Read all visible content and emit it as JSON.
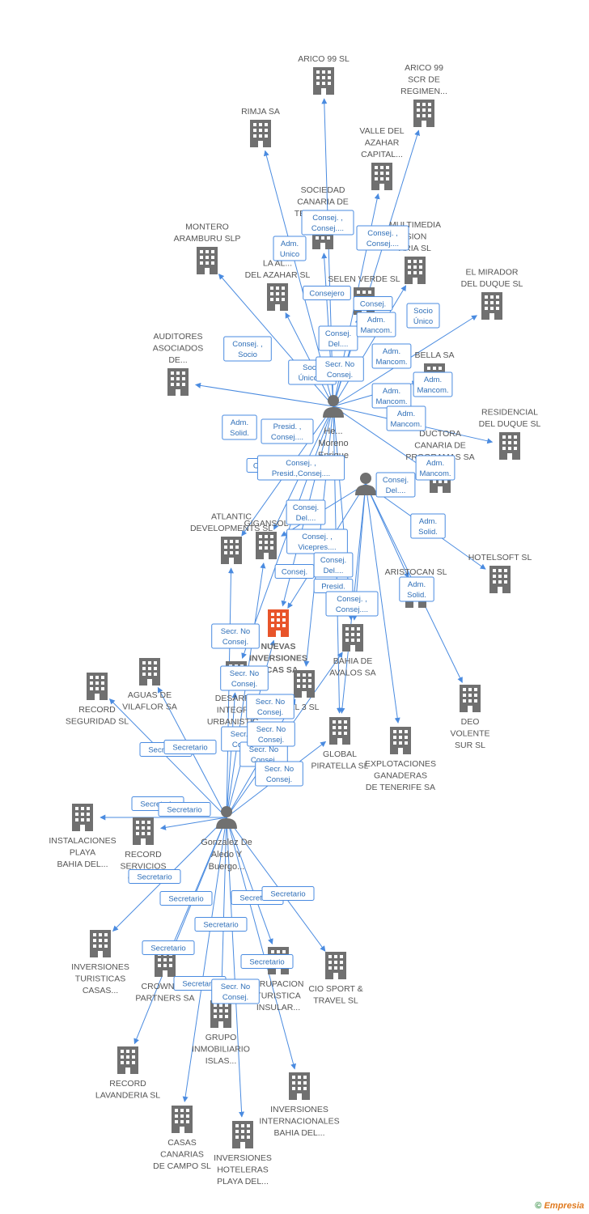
{
  "colors": {
    "edge": "#4a8be0",
    "building": "#707070",
    "highlight": "#e8542a",
    "label": "#2f6fb8"
  },
  "footer": {
    "copyright": "©",
    "brand": "Empresia"
  },
  "companies": [
    {
      "id": "arico99sl",
      "lines": [
        "ARICO 99 SL"
      ]
    },
    {
      "id": "arico99scr",
      "lines": [
        "ARICO 99",
        "SCR DE",
        "REGIMEN..."
      ]
    },
    {
      "id": "rimja",
      "lines": [
        "RIMJA SA"
      ]
    },
    {
      "id": "valle",
      "lines": [
        "VALLE DEL",
        "AZAHAR",
        "CAPITAL..."
      ]
    },
    {
      "id": "sociedad",
      "lines": [
        "SOCIEDAD",
        "CANARIA DE",
        "TELEVISION..."
      ]
    },
    {
      "id": "multimedia",
      "lines": [
        "MULTIMEDIA",
        "ISION",
        "ARIA SL"
      ]
    },
    {
      "id": "montero",
      "lines": [
        "MONTERO",
        "ARAMBURU  SLP"
      ]
    },
    {
      "id": "laal",
      "lines": [
        "LA AL...",
        "DEL AZAHAR SL"
      ]
    },
    {
      "id": "selen",
      "lines": [
        "SELEN VERDE SL"
      ]
    },
    {
      "id": "mirador",
      "lines": [
        "EL MIRADOR",
        "DEL DUQUE SL"
      ]
    },
    {
      "id": "auditores",
      "lines": [
        "AUDITORES",
        "ASOCIADOS",
        "DE..."
      ]
    },
    {
      "id": "bella",
      "lines": [
        "BELLA SA"
      ]
    },
    {
      "id": "residencial",
      "lines": [
        "RESIDENCIAL",
        "DEL DUQUE SL"
      ]
    },
    {
      "id": "productora",
      "lines": [
        "DUCTORA",
        "CANARIA DE",
        "PROGRAMAS SA"
      ]
    },
    {
      "id": "atlantic",
      "lines": [
        "ATLANTIC",
        "DEVELOPMENTS SL"
      ]
    },
    {
      "id": "gigansol",
      "lines": [
        "GIGANSOL"
      ]
    },
    {
      "id": "hotelsoft",
      "lines": [
        "HOTELSOFT SL"
      ]
    },
    {
      "id": "aristocan",
      "lines": [
        "ARISTOCAN SL"
      ]
    },
    {
      "id": "nuevas",
      "lines": [
        "NUEVAS",
        "INVERSIONES",
        "TICAS SA"
      ]
    },
    {
      "id": "bahiaavalos",
      "lines": [
        "BAHIA DE",
        "AVALOS SA"
      ]
    },
    {
      "id": "aguas",
      "lines": [
        "AGUAS DE",
        "VILAFLOR SA"
      ]
    },
    {
      "id": "recordseg",
      "lines": [
        "RECORD",
        "SEGURIDAD SL"
      ]
    },
    {
      "id": "desarrollo",
      "lines": [
        "DESARR...",
        "INTEGR...",
        "URBANISTIC..."
      ]
    },
    {
      "id": "el3",
      "lines": [
        "EL 3 SL"
      ]
    },
    {
      "id": "deo",
      "lines": [
        "DEO",
        "VOLENTE",
        "SUR SL"
      ]
    },
    {
      "id": "global",
      "lines": [
        "GLOBAL",
        "PIRATELLA SL"
      ]
    },
    {
      "id": "explotaciones",
      "lines": [
        "EXPLOTACIONES",
        "GANADERAS",
        "DE TENERIFE SA"
      ]
    },
    {
      "id": "instalaciones",
      "lines": [
        "INSTALACIONES",
        "PLAYA",
        "BAHIA DEL..."
      ]
    },
    {
      "id": "recordserv",
      "lines": [
        "RECORD",
        "SERVICIOS",
        "GENE..."
      ]
    },
    {
      "id": "invturisticas",
      "lines": [
        "INVERSIONES",
        "TURISTICAS",
        "CASAS..."
      ]
    },
    {
      "id": "crown",
      "lines": [
        "CROWN A...",
        "PARTNERS SA"
      ]
    },
    {
      "id": "grupacion",
      "lines": [
        "GRUPACION",
        "TURISTICA",
        "INSULAR..."
      ]
    },
    {
      "id": "ciosport",
      "lines": [
        "CIO SPORT &",
        "TRAVEL  SL"
      ]
    },
    {
      "id": "grupoinmob",
      "lines": [
        "GRUPO",
        "INMOBILIARIO",
        "ISLAS..."
      ]
    },
    {
      "id": "recordlav",
      "lines": [
        "RECORD",
        "LAVANDERIA SL"
      ]
    },
    {
      "id": "invinternac",
      "lines": [
        "INVERSIONES",
        "INTERNACIONALES",
        "BAHIA DEL..."
      ]
    },
    {
      "id": "casas",
      "lines": [
        "CASAS",
        "CANARIAS",
        "DE CAMPO SL"
      ]
    },
    {
      "id": "invhoteleras",
      "lines": [
        "INVERSIONES",
        "HOTELERAS",
        "PLAYA DEL..."
      ]
    }
  ],
  "persons": [
    {
      "id": "hernandez",
      "lines": [
        "He...",
        "Moreno",
        "Enrique"
      ]
    },
    {
      "id": "person2",
      "lines": []
    },
    {
      "id": "gonzalez",
      "lines": [
        "Gonzalez De",
        "Aledo Y",
        "Buergo..."
      ]
    }
  ],
  "edge_labels": [
    [
      "Adm.",
      "Unico"
    ],
    [
      "Consej. ,",
      "Consej...."
    ],
    [
      "Consej. ,",
      "Consej...."
    ],
    [
      "Consejero"
    ],
    [
      "Consej."
    ],
    [
      "Socio",
      "Único"
    ],
    [
      "Consej.",
      "Del...."
    ],
    [
      "Adm.",
      "Mancom."
    ],
    [
      "Consej. ,",
      "Socio"
    ],
    [
      "Adm.",
      "Mancom."
    ],
    [
      "Socio",
      "Único,..."
    ],
    [
      "Secr.  No",
      "Consej."
    ],
    [
      "Adm.",
      "Mancom."
    ],
    [
      "Adm.",
      "Mancom."
    ],
    [
      "Adm.",
      "Solid."
    ],
    [
      "Presid. ,",
      "Consej...."
    ],
    [
      "Adm.",
      "Mancom."
    ],
    [
      "Consej."
    ],
    [
      "Consej. ,",
      "Presid.,Consej...."
    ],
    [
      "Adm.",
      "Mancom."
    ],
    [
      "Consej.",
      "Del...."
    ],
    [
      "Consej.",
      "Del...."
    ],
    [
      "Adm.",
      "Solid."
    ],
    [
      "Consej. ,",
      "Vicepres...."
    ],
    [
      "Consej.",
      "Del...."
    ],
    [
      "Consej."
    ],
    [
      "Adm.",
      "Solid."
    ],
    [
      "Presid."
    ],
    [
      "Consej. ,",
      "Consej...."
    ],
    [
      "Secr.  No",
      "Consej."
    ],
    [
      "Secr.  No",
      "Consej."
    ],
    [
      "Secr.  No",
      "Consej."
    ],
    [
      "Secr.  No",
      "Consej."
    ],
    [
      "Secr.  No",
      "Consej."
    ],
    [
      "Secr.  No",
      "Consej."
    ],
    [
      "Secr.  No",
      "Consej."
    ],
    [
      "Secretario"
    ],
    [
      "Secretario"
    ],
    [
      "Secretario"
    ],
    [
      "Secretario"
    ],
    [
      "Secretario"
    ],
    [
      "Secretario"
    ],
    [
      "Secretario"
    ],
    [
      "Secretario"
    ],
    [
      "Secretario"
    ],
    [
      "Secretario"
    ],
    [
      "Secretario"
    ],
    [
      "Secretario"
    ],
    [
      "Secr.  No",
      "Consej."
    ],
    [
      "Secr.  No",
      "Consej."
    ]
  ]
}
